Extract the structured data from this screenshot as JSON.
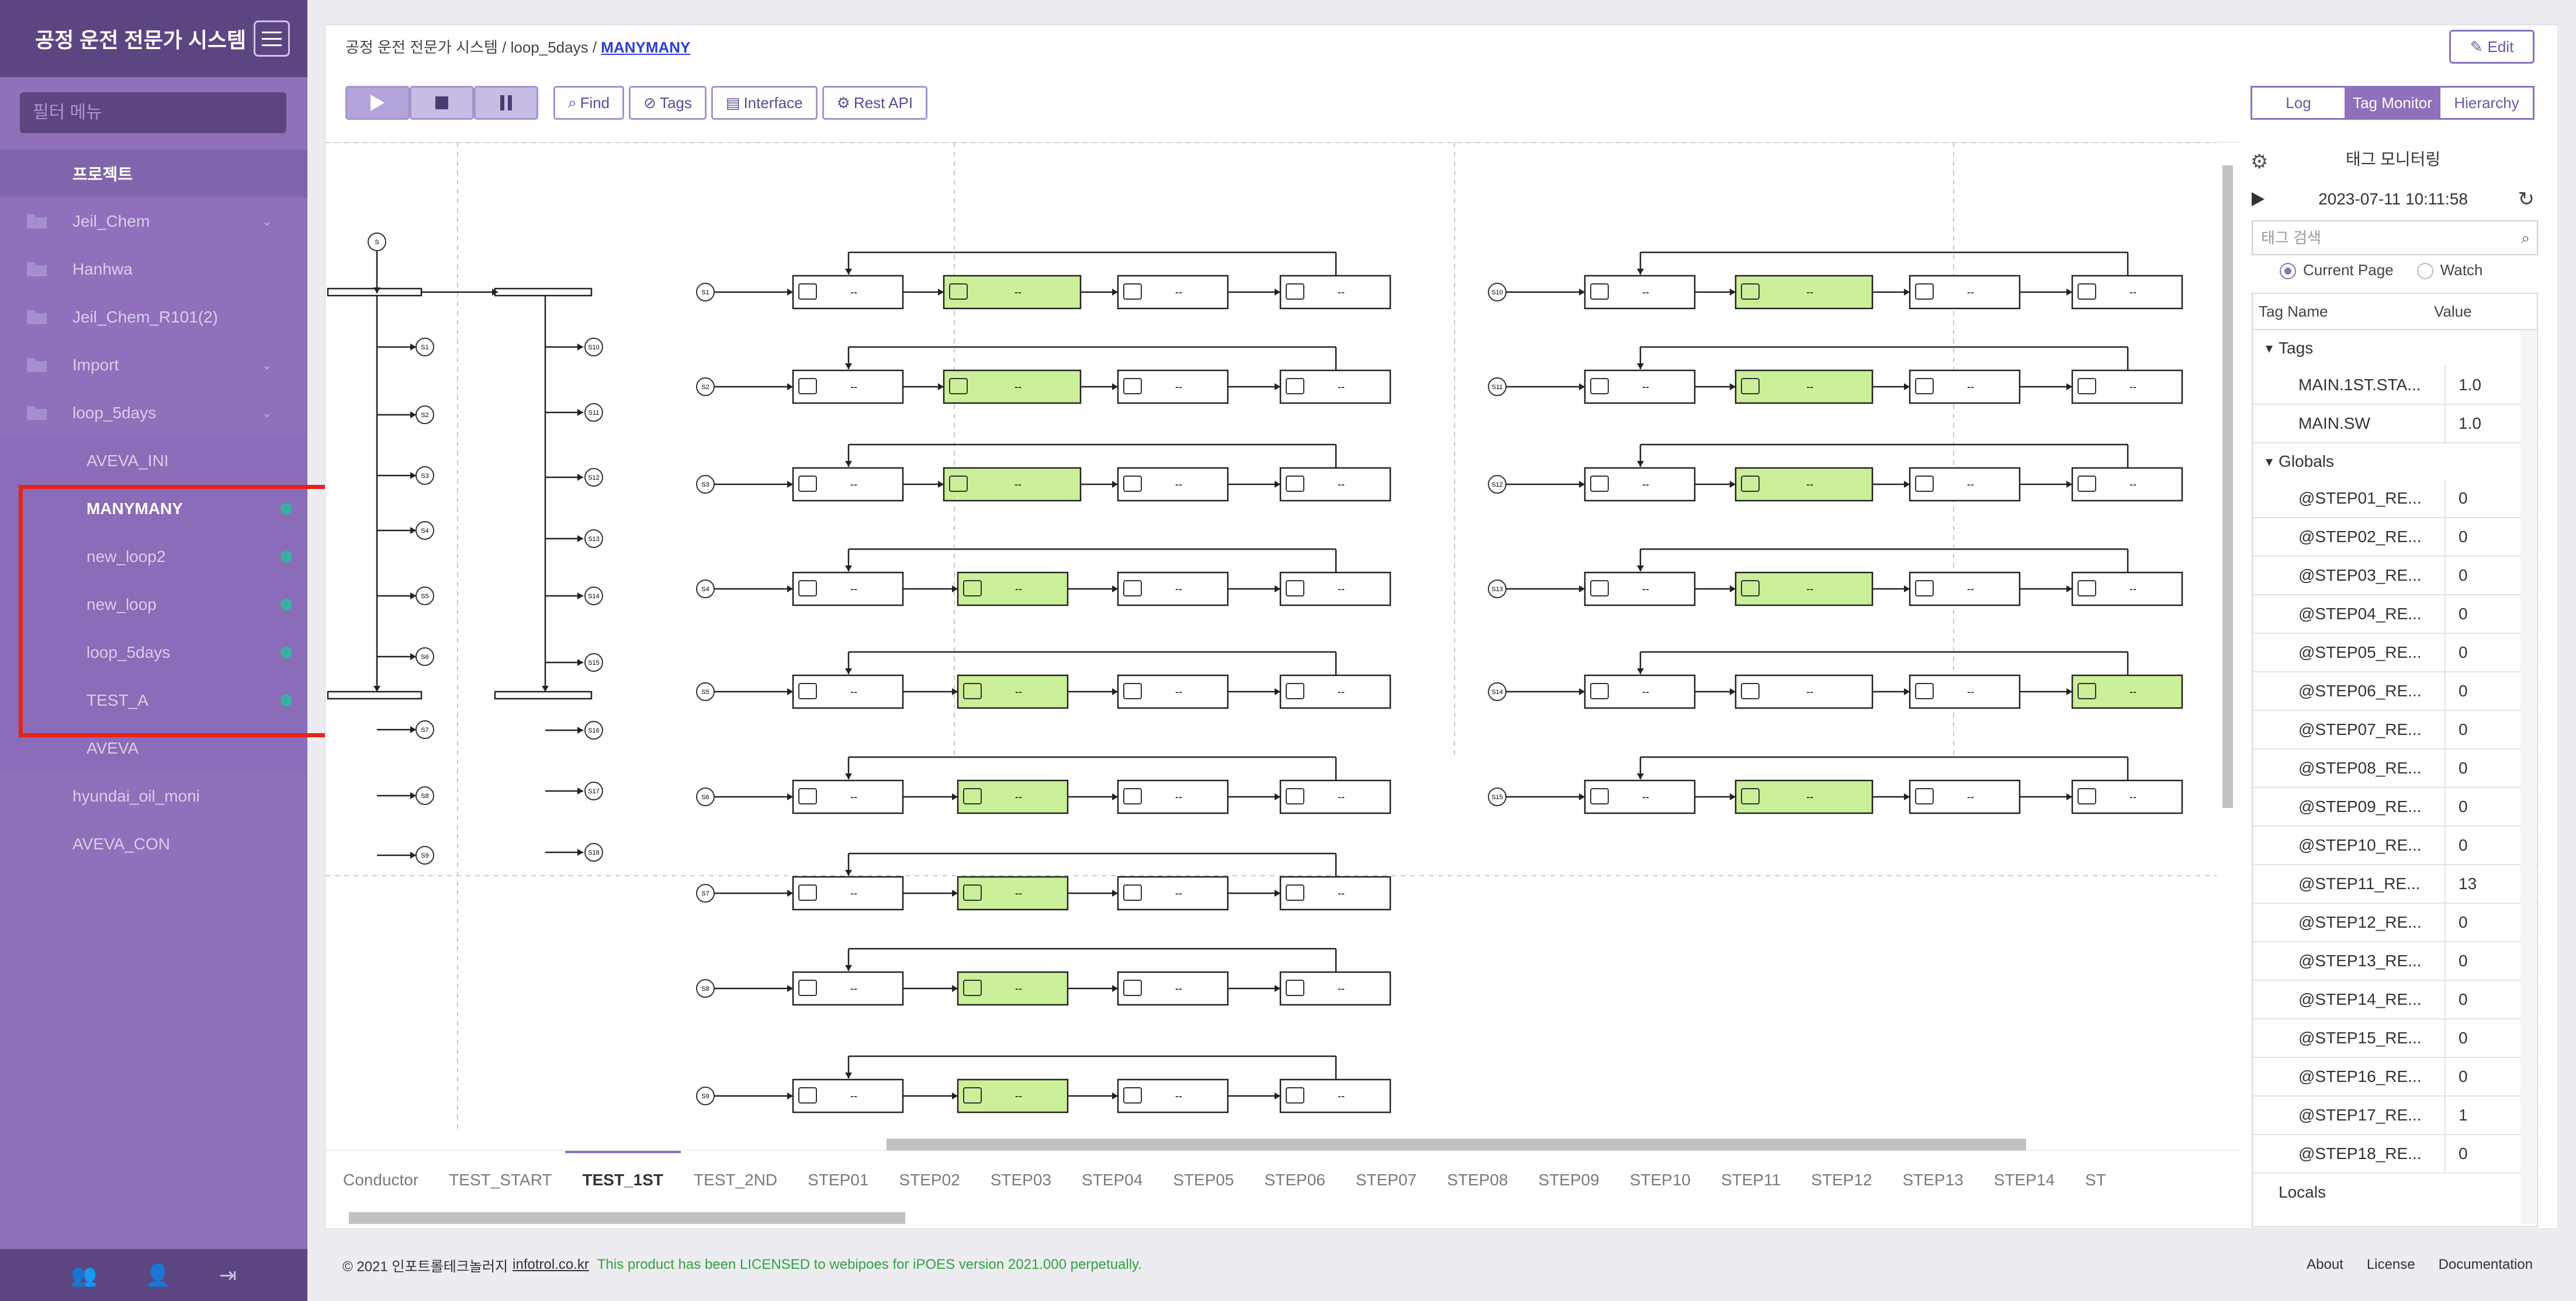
{
  "app_title": "공정 운전 전문가 시스템",
  "filter_placeholder": "필터 메뉴",
  "sidebar": {
    "section": "프로젝트",
    "projects": [
      {
        "label": "Jeil_Chem",
        "chevron": true
      },
      {
        "label": "Hanhwa",
        "chevron": false
      },
      {
        "label": "Jeil_Chem_R101(2)",
        "chevron": false
      },
      {
        "label": "Import",
        "chevron": true
      },
      {
        "label": "loop_5days",
        "chevron": true
      }
    ],
    "sub_items": [
      {
        "label": "AVEVA_INI",
        "dot": false,
        "active": false
      },
      {
        "label": "MANYMANY",
        "dot": true,
        "active": true
      },
      {
        "label": "new_loop2",
        "dot": true,
        "active": false
      },
      {
        "label": "new_loop",
        "dot": true,
        "active": false
      },
      {
        "label": "loop_5days",
        "dot": true,
        "active": false
      },
      {
        "label": "TEST_A",
        "dot": true,
        "active": false
      },
      {
        "label": "AVEVA",
        "dot": false,
        "active": false
      }
    ],
    "bottom_projects": [
      "hyundai_oil_moni",
      "AVEVA_CON"
    ]
  },
  "breadcrumb": {
    "root": "공정 운전 전문가 시스템",
    "sep": "/",
    "project": "loop_5days",
    "current": "MANYMANY"
  },
  "edit_label": "Edit",
  "toolbar": {
    "find": "Find",
    "tags": "Tags",
    "interface": "Interface",
    "rest_api": "Rest API"
  },
  "view_tabs": [
    "Log",
    "Tag Monitor",
    "Hierarchy"
  ],
  "active_view_tab": "Tag Monitor",
  "diagram": {
    "start_node": "S",
    "left_steps": [
      "S1",
      "S2",
      "S3",
      "S4",
      "S5",
      "S6",
      "S7",
      "S8",
      "S9"
    ],
    "right_steps": [
      "S10",
      "S11",
      "S12",
      "S13",
      "S14",
      "S15",
      "S16",
      "S17",
      "S18"
    ],
    "box_text": "--"
  },
  "bottom_tabs": [
    "Conductor",
    "TEST_START",
    "TEST_1ST",
    "TEST_2ND",
    "STEP01",
    "STEP02",
    "STEP03",
    "STEP04",
    "STEP05",
    "STEP06",
    "STEP07",
    "STEP08",
    "STEP09",
    "STEP10",
    "STEP11",
    "STEP12",
    "STEP13",
    "STEP14",
    "ST"
  ],
  "active_bottom_tab": "TEST_1ST",
  "tag_monitor": {
    "title": "태그 모니터링",
    "timestamp": "2023-07-11 10:11:58",
    "search_placeholder": "태그 검색",
    "radio_current": "Current Page",
    "radio_watch": "Watch",
    "col_name": "Tag Name",
    "col_value": "Value",
    "group_tags": "Tags",
    "tags": [
      {
        "name": "MAIN.1ST.STA...",
        "value": "1.0"
      },
      {
        "name": "MAIN.SW",
        "value": "1.0"
      }
    ],
    "group_globals": "Globals",
    "globals": [
      {
        "name": "@STEP01_RE...",
        "value": "0"
      },
      {
        "name": "@STEP02_RE...",
        "value": "0"
      },
      {
        "name": "@STEP03_RE...",
        "value": "0"
      },
      {
        "name": "@STEP04_RE...",
        "value": "0"
      },
      {
        "name": "@STEP05_RE...",
        "value": "0"
      },
      {
        "name": "@STEP06_RE...",
        "value": "0"
      },
      {
        "name": "@STEP07_RE...",
        "value": "0"
      },
      {
        "name": "@STEP08_RE...",
        "value": "0"
      },
      {
        "name": "@STEP09_RE...",
        "value": "0"
      },
      {
        "name": "@STEP10_RE...",
        "value": "0"
      },
      {
        "name": "@STEP11_RE...",
        "value": "13"
      },
      {
        "name": "@STEP12_RE...",
        "value": "0"
      },
      {
        "name": "@STEP13_RE...",
        "value": "0"
      },
      {
        "name": "@STEP14_RE...",
        "value": "0"
      },
      {
        "name": "@STEP15_RE...",
        "value": "0"
      },
      {
        "name": "@STEP16_RE...",
        "value": "0"
      },
      {
        "name": "@STEP17_RE...",
        "value": "1"
      },
      {
        "name": "@STEP18_RE...",
        "value": "0"
      }
    ],
    "group_locals": "Locals"
  },
  "footer": {
    "copyright": "© 2021 인포트롤테크놀러지",
    "site": "infotrol.co.kr",
    "license_text": "This product has been LICENSED to webipoes for iPOES version 2021.000 perpetually.",
    "links": [
      "About",
      "License",
      "Documentation"
    ]
  },
  "colors": {
    "sidebar": "#8e70bb",
    "sidebar_dark": "#5c4682",
    "accent": "#8e70bb",
    "active_box": "#ccf099",
    "status_dot": "#35b1a1",
    "highlight_box": "#e62319",
    "license_green": "#2fa33a"
  }
}
